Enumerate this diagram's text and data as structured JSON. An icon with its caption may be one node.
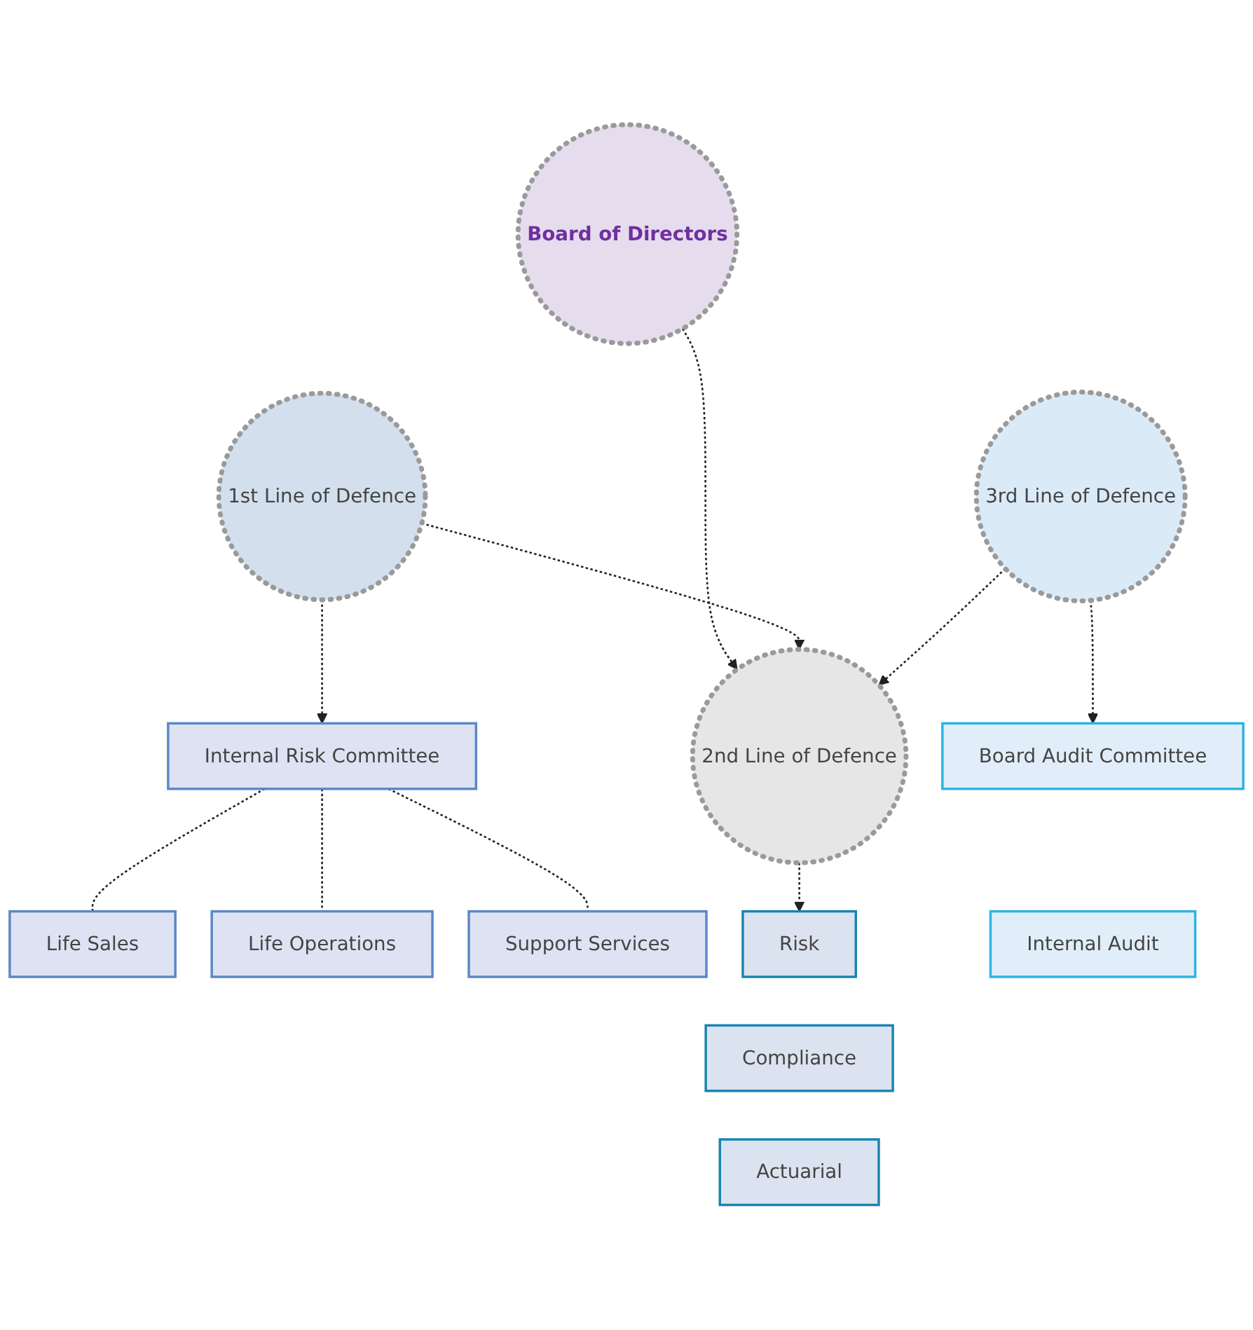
{
  "diagram": {
    "nodes": [
      {
        "text": [
          "Board of Directors"
        ]
      },
      {
        "text": [
          "1st Line of Defence"
        ]
      },
      {
        "text": [
          "2nd Line of Defence"
        ]
      },
      {
        "text": [
          "3rd Line of Defence"
        ]
      },
      {
        "text": [
          "Internal Risk Committee"
        ]
      },
      {
        "text": [
          "Life Sales"
        ]
      },
      {
        "text": [
          "Life Operations"
        ]
      },
      {
        "text": [
          "Support Services"
        ]
      },
      {
        "text": [
          "Risk"
        ]
      },
      {
        "text": [
          "Compliance"
        ]
      },
      {
        "text": [
          "Actuarial"
        ]
      },
      {
        "text": [
          "Board Audit Committee"
        ]
      },
      {
        "text": [
          "Internal Audit"
        ]
      }
    ],
    "edges": [
      {
        "from": 0,
        "to": 2,
        "arrow": "to",
        "style": "dashed"
      },
      {
        "from": 1,
        "to": 2,
        "arrow": "to",
        "style": "dashed"
      },
      {
        "from": 3,
        "to": 2,
        "arrow": "to",
        "style": "dashed"
      },
      {
        "from": 1,
        "to": 4,
        "arrow": "to",
        "style": "dashed"
      },
      {
        "from": 2,
        "to": 8,
        "arrow": "to",
        "style": "dashed"
      },
      {
        "from": 3,
        "to": 11,
        "arrow": "to",
        "style": "dashed"
      },
      {
        "from": 4,
        "to": 5,
        "arrow": "none",
        "style": "dashed"
      },
      {
        "from": 4,
        "to": 6,
        "arrow": "none",
        "style": "dashed"
      },
      {
        "from": 4,
        "to": 7,
        "arrow": "none",
        "style": "dashed"
      }
    ]
  }
}
